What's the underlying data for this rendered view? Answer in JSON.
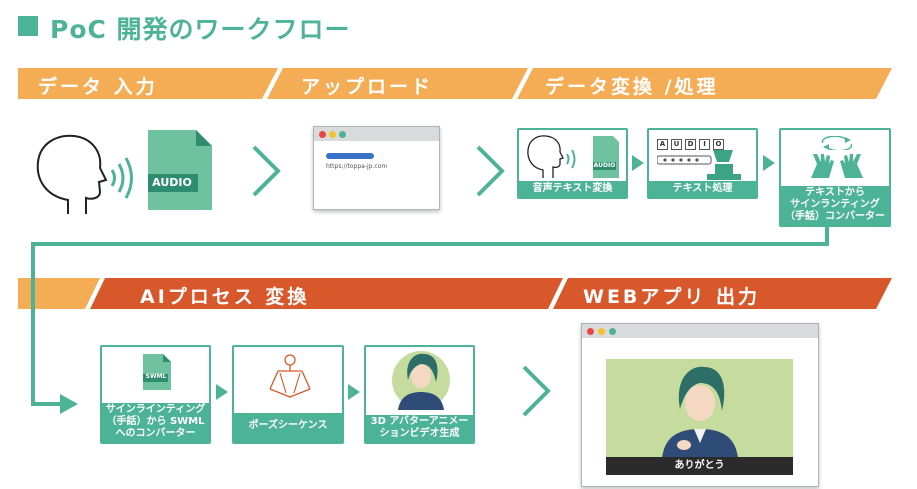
{
  "page_title": "PoC 開発のワークフロー",
  "colors": {
    "teal": "#4db396",
    "band_orange": "#f4ac55",
    "band_red": "#d9582b",
    "audio_green": "#6ec29f"
  },
  "band1": {
    "stages": [
      "データ 入力",
      "アップロード",
      "データ変換 /処理"
    ]
  },
  "band2": {
    "stages": [
      "AIプロセス 変換",
      "WEBアプリ 出力"
    ]
  },
  "input": {
    "audio_label": "AUDIO"
  },
  "upload": {
    "url_text": "https://toppa-jp.com"
  },
  "processing_steps": {
    "speech_to_text": "音声テキスト変換",
    "speech_audio_label": "AUDIO",
    "text_processing": "テキスト処理",
    "text_tiles": [
      "A",
      "U",
      "D",
      "I",
      "O"
    ],
    "sign_converter_line1": "テキストから",
    "sign_converter_line2": "サインランティング",
    "sign_converter_line3": "（手話）コンバーター"
  },
  "ai_steps": {
    "swml_icon_label": "SWML",
    "swml_line1": "サインラインティング",
    "swml_line2": "（手話）から SWML",
    "swml_line3": "へのコンバーター",
    "pose": "ポーズシーケンス",
    "avatar_line1": "3D アバターアニメー",
    "avatar_line2": "ションビデオ生成"
  },
  "web_app": {
    "caption": "ありがとう"
  }
}
